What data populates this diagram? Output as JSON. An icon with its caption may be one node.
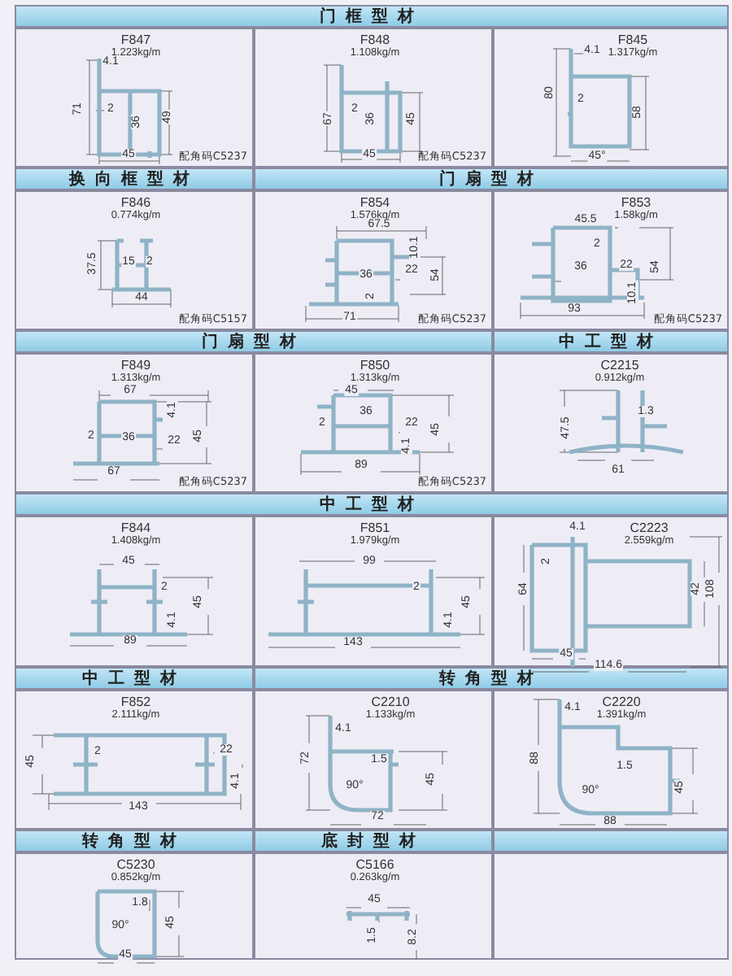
{
  "diagram": {
    "nodes": [
      {
        "text": [
          "门框型材"
        ]
      },
      {
        "text": [
          "F847",
          "1.223kg/m",
          "配角码C5237"
        ]
      },
      {
        "text": [
          "F848",
          "1.108kg/m",
          "配角码C5237"
        ]
      },
      {
        "text": [
          "F845",
          "1.317kg/m"
        ]
      },
      {
        "text": [
          "换向框型材"
        ]
      },
      {
        "text": [
          "门扇型材"
        ]
      },
      {
        "text": [
          "F846",
          "0.774kg/m",
          "配角码C5157"
        ]
      },
      {
        "text": [
          "F854",
          "1.576kg/m",
          "配角码C5237"
        ]
      },
      {
        "text": [
          "F853",
          "1.58kg/m",
          "配角码C5237"
        ]
      },
      {
        "text": [
          "门扇型材"
        ]
      },
      {
        "text": [
          "中工型材"
        ]
      },
      {
        "text": [
          "F849",
          "1.313kg/m",
          "配角码C5237"
        ]
      },
      {
        "text": [
          "F850",
          "1.313kg/m",
          "配角码C5237"
        ]
      },
      {
        "text": [
          "C2215",
          "0.912kg/m"
        ]
      },
      {
        "text": [
          "中工型材"
        ]
      },
      {
        "text": [
          "F844",
          "1.408kg/m"
        ]
      },
      {
        "text": [
          "F851",
          "1.979kg/m"
        ]
      },
      {
        "text": [
          "C2223",
          "2.559kg/m"
        ]
      },
      {
        "text": [
          "中工型材"
        ]
      },
      {
        "text": [
          "转角型材"
        ]
      },
      {
        "text": [
          "F852",
          "2.111kg/m"
        ]
      },
      {
        "text": [
          "C2210",
          "1.133kg/m"
        ]
      },
      {
        "text": [
          "C2220",
          "1.391kg/m"
        ]
      },
      {
        "text": [
          "转角型材"
        ]
      },
      {
        "text": [
          "底封型材"
        ]
      },
      {
        "text": [],
        "shape": "box"
      },
      {
        "text": [
          "C5230",
          "0.852kg/m"
        ]
      },
      {
        "text": [
          "C5166",
          "0.263kg/m"
        ]
      },
      {
        "text": [],
        "shape": "box"
      }
    ],
    "labels": [
      "4.1",
      "71",
      "2",
      "36",
      "49",
      "45",
      "67",
      "2",
      "36",
      "45",
      "45",
      "4.1",
      "80",
      "2",
      "58",
      "45°",
      "37.5",
      "15",
      "2",
      "44",
      "67.5",
      "10.1",
      "36",
      "22",
      "54",
      "2",
      "71",
      "45.5",
      "2",
      "36",
      "22",
      "54",
      "10.1",
      "93",
      "67",
      "4.1",
      "45",
      "2",
      "36",
      "22",
      "67",
      "45",
      "36",
      "2",
      "22",
      "45",
      "4.1",
      "89",
      "1.3",
      "47.5",
      "61",
      "45",
      "2",
      "45",
      "4.1",
      "89",
      "99",
      "2",
      "45",
      "4.1",
      "143",
      "4.1",
      "2",
      "64",
      "42",
      "108",
      "45",
      "114.6",
      "2",
      "22",
      "45",
      "4.1",
      "143",
      "4.1",
      "72",
      "1.5",
      "45",
      "90°",
      "72",
      "4.1",
      "88",
      "1.5",
      "90°",
      "45",
      "88",
      "1.8",
      "45",
      "90°",
      "45",
      "45",
      "1.5",
      "8.2"
    ]
  }
}
